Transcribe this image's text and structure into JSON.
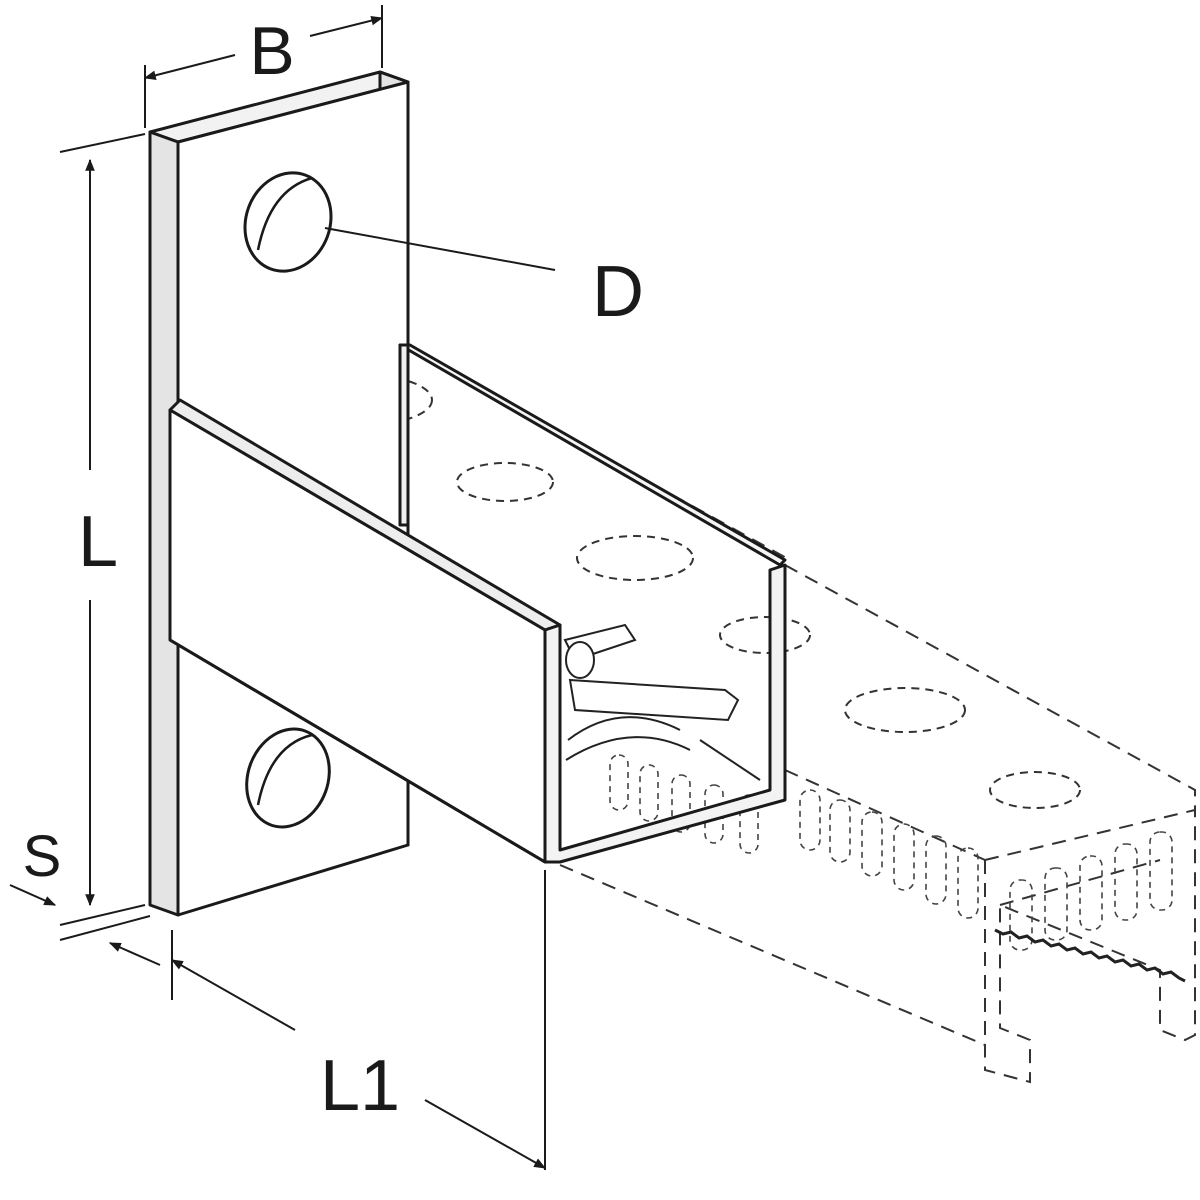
{
  "labels": {
    "width": "B",
    "hole_diameter": "D",
    "plate_length": "L",
    "thickness": "S",
    "arm_length": "L1"
  }
}
